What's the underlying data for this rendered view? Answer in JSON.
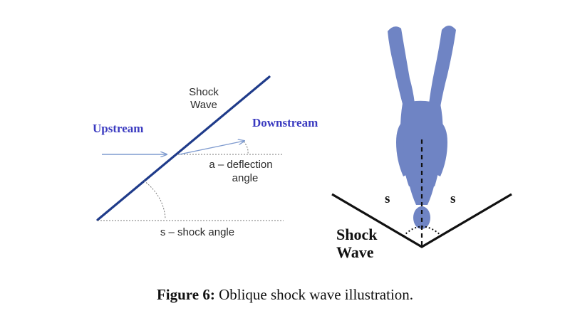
{
  "colors": {
    "line_dark": "#1f3b8a",
    "arrow": "#7f9bcf",
    "label_blue": "#3a3ac0",
    "figure_fill": "#6f84c4",
    "text_dark": "#111111"
  },
  "left_diagram": {
    "shock_wave_label_line1": "Shock",
    "shock_wave_label_line2": "Wave",
    "upstream_label": "Upstream",
    "downstream_label": "Downstream",
    "deflection_label_line1": "a – deflection",
    "deflection_label_line2": "angle",
    "shock_angle_label": "s – shock angle"
  },
  "right_diagram": {
    "left_s_label": "s",
    "right_s_label": "s",
    "shock_wave_label_line1": "Shock",
    "shock_wave_label_line2": "Wave"
  },
  "caption": {
    "prefix": "Figure 6:",
    "text": " Oblique shock wave illustration."
  }
}
